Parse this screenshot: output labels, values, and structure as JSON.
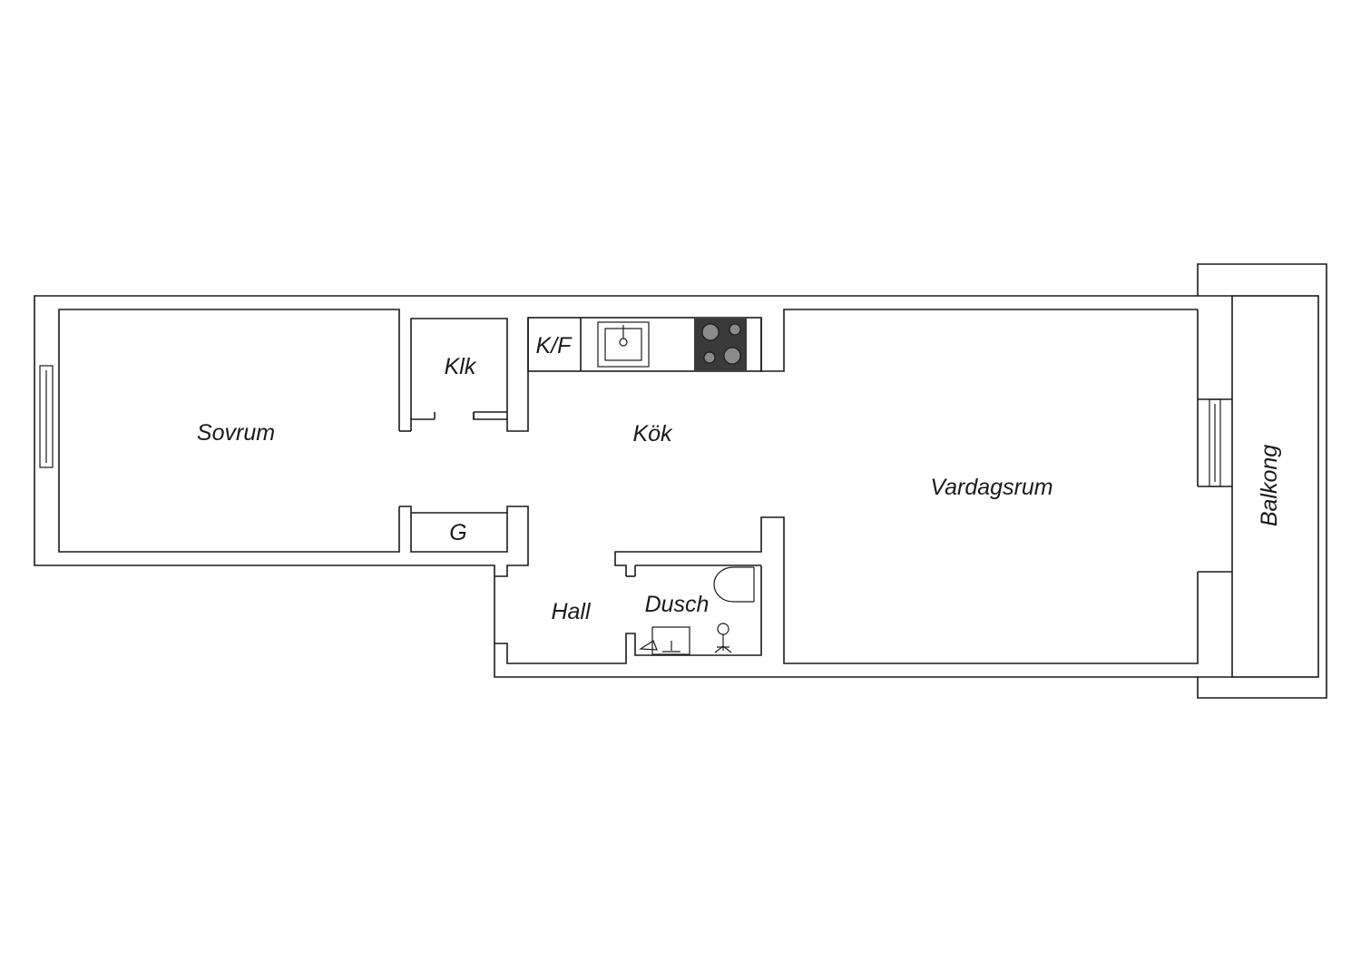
{
  "rooms": {
    "sovrum": "Sovrum",
    "klk": "Klk",
    "kf": "K/F",
    "kok": "Kök",
    "vardagsrum": "Vardagsrum",
    "balkong": "Balkong",
    "g": "G",
    "hall": "Hall",
    "dusch": "Dusch"
  },
  "colors": {
    "wall_stroke": "#1a1a1a",
    "stove": "#3a3a3a",
    "background": "#ffffff"
  }
}
